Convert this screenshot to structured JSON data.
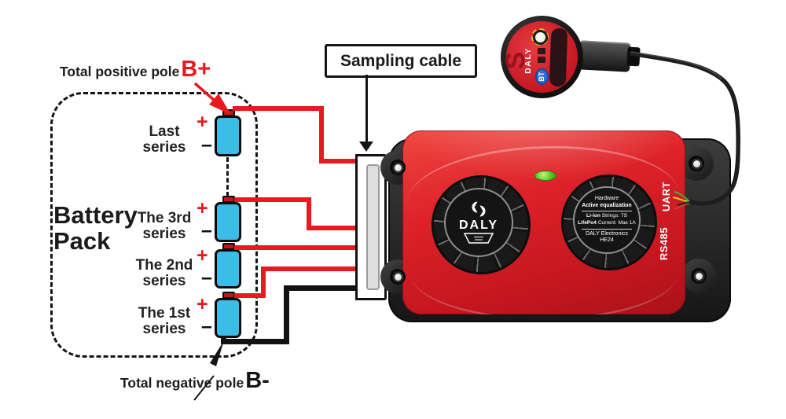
{
  "pack": {
    "title_line1": "Battery",
    "title_line2": "Pack",
    "cells": [
      {
        "line1": "Last",
        "line2": "series"
      },
      {
        "line1": "The 3rd",
        "line2": "series"
      },
      {
        "line1": "The 2nd",
        "line2": "series"
      },
      {
        "line1": "The 1st",
        "line2": "series"
      }
    ],
    "plus": "+",
    "minus": "–"
  },
  "poles": {
    "positive_label": "Total positive pole",
    "positive_tag": "B+",
    "negative_label": "Total negative pole",
    "negative_tag": "B-"
  },
  "callout": {
    "sampling_cable": "Sampling cable"
  },
  "bms": {
    "brand": "DALY",
    "port_uart": "UART",
    "port_rs485": "RS485",
    "spec": {
      "line1": "Hardware",
      "line2": "Active equalization",
      "row1_key": "Li-ion",
      "row1_val": " Strings: 7S",
      "row2_key": "LifePo4",
      "row2_val": " Current: Max 1A",
      "footer1": "DALY Electronics",
      "footer2": "HE24"
    }
  },
  "dongle": {
    "brand": "DALY",
    "logo_letter": "S",
    "bt_badge": "BT"
  },
  "colors": {
    "wire_red": "#e8191f",
    "wire_black": "#121212",
    "battery_blue": "#3cbde8",
    "bms_red": "#d41f26",
    "led_green": "#4fc61e",
    "bt_blue": "#2f6fd6",
    "pole_positive_red": "#e8191f"
  }
}
